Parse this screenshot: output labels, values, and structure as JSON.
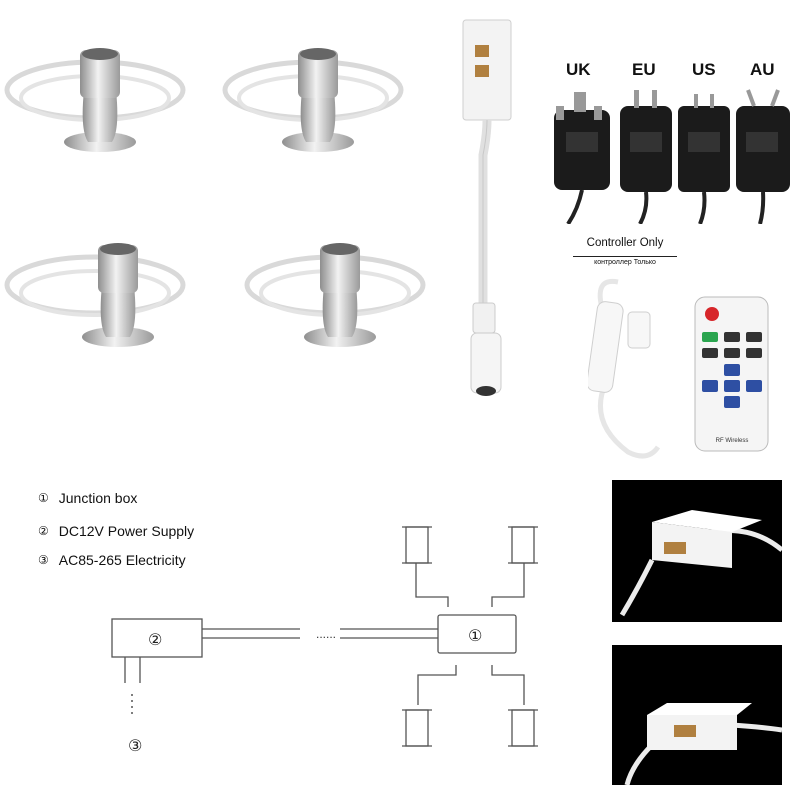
{
  "plug_types": [
    "UK",
    "EU",
    "US",
    "AU"
  ],
  "controller": {
    "title": "Controller Only",
    "subtitle": "контроллер Только"
  },
  "legend": [
    {
      "num": "①",
      "text": "Junction box"
    },
    {
      "num": "②",
      "text": "DC12V Power Supply"
    },
    {
      "num": "③",
      "text": "AC85-265 Electricity"
    }
  ],
  "diagram": {
    "junction_label": "①",
    "supply_label": "②",
    "electric_label": "③",
    "dots": "......"
  },
  "remote": {
    "brand": "RF Wireless"
  },
  "colors": {
    "silver": "#c9c9c9",
    "adapter": "#1b1b1b",
    "photo_bg": "#000000",
    "line": "#777777"
  }
}
